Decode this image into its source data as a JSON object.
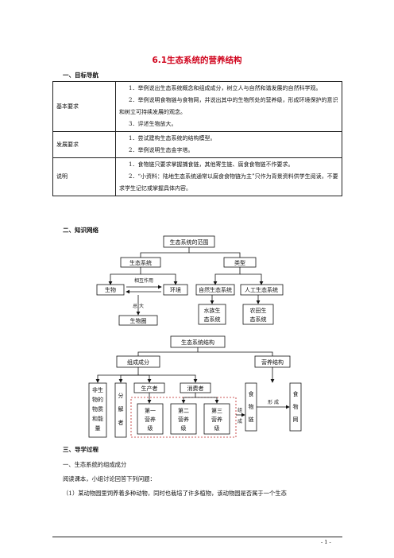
{
  "title": "6.1生态系统的营养结构",
  "section1": {
    "heading": "一、目标导航"
  },
  "goals": [
    {
      "label": "基本要求",
      "items": [
        "1．举例说出生态系统概念和组成成分，树立人与自然和谐发展的自然科学观。",
        "2．举例说明食物链与食物网，并说出其中的生物所处的营养级，形成环境保护的意识和树立可持续发展的观念。",
        "3．评述生物放大。"
      ]
    },
    {
      "label": "发展要求",
      "items": [
        "1．尝试建构生态系统的结构模型。",
        "2．举例说明生态金字塔。"
      ]
    },
    {
      "label": "说明",
      "items": [
        "1．食物链只要求掌握捕食链，其他寄生链、腐食食物链不作要求。",
        "2．“小资料：陆地生态系统通常以腐食食物链为主”只作为背景资料供学生阅读，不要求学生记忆或掌握具体内容。"
      ]
    }
  ],
  "section2": {
    "heading": "二、知识网络"
  },
  "diagram1": {
    "root": "生态系统的范围",
    "ecosystem": "生态系统",
    "types": "类型",
    "interaction": "相互作用",
    "organism": "生物",
    "environment": "环境",
    "sum_of_all": "总  大",
    "biosphere": "生物圈",
    "natural": "自然生态系统",
    "artificial": "人工生态系统",
    "aquarium": [
      "水族生",
      "态系统"
    ],
    "farmland": [
      "农田生",
      "态系统"
    ]
  },
  "diagram2": {
    "root": "生态系统结构",
    "composition": "组成成分",
    "nutrition": "营养结构",
    "abiotic": [
      "非生",
      "物的",
      "物质",
      "和能",
      "量"
    ],
    "decomposer": [
      "分",
      "解",
      "者"
    ],
    "producer": "生产者",
    "consumer": "消费者",
    "level1": [
      "第一",
      "营养",
      "级"
    ],
    "level2": [
      "第二",
      "营养",
      "级"
    ],
    "level3": [
      "第三",
      "营养",
      "级"
    ],
    "compose": [
      "组",
      "成"
    ],
    "food_chain": [
      "食",
      "物",
      "链"
    ],
    "form": "形  成",
    "food_web": [
      "食",
      "物",
      "网"
    ]
  },
  "section3": {
    "heading": "三、导学过程"
  },
  "lines": [
    "一、生态系统的组成成分",
    "阅读课本，小组讨论回答下列问题：",
    "（1）某动物园里饲养着多种动物，同时也栽培了许多植物，该动物园是否属于一个生态"
  ],
  "page_number": "- 1 -"
}
